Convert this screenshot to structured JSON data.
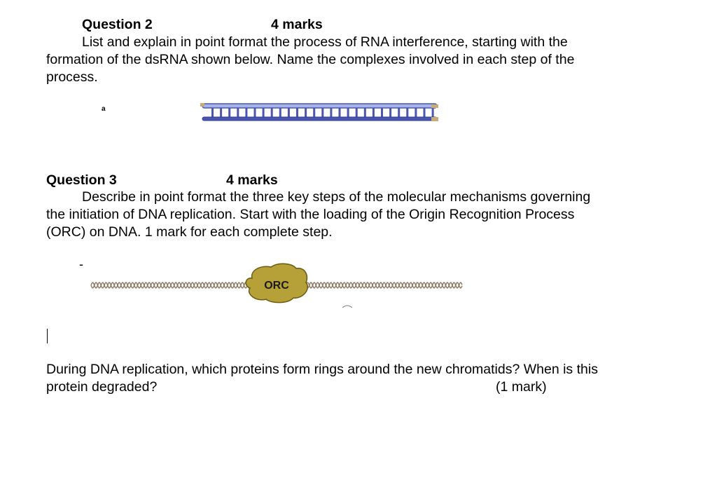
{
  "q2": {
    "title": "Question 2",
    "marks": "4 marks",
    "lines": [
      "List and explain in point format the process of RNA interference, starting with the",
      "formation of the dsRNA shown below. Name the complexes involved in each step of the",
      "process."
    ],
    "figure_label": "a"
  },
  "q3": {
    "title": "Question 3",
    "marks": "4 marks",
    "lines": [
      "Describe in point format the three key steps of the molecular mechanisms governing",
      "the initiation of DNA replication. Start with the loading of the Origin Recognition Process",
      "(ORC) on DNA. 1 mark for each complete step."
    ],
    "dash": "-",
    "orc_label": "ORC"
  },
  "q4": {
    "lines": [
      "During DNA replication, which proteins form rings around the new chromatids? When is this",
      "protein degraded?"
    ],
    "marks": "(1 mark)"
  },
  "colors": {
    "ladder_blue": "#4a56b0",
    "ladder_light": "#a8b4e8",
    "ladder_tan": "#c8a978",
    "helix": "#8a7760",
    "orc_fill": "#b5a138",
    "orc_stroke": "#6a5a10"
  }
}
